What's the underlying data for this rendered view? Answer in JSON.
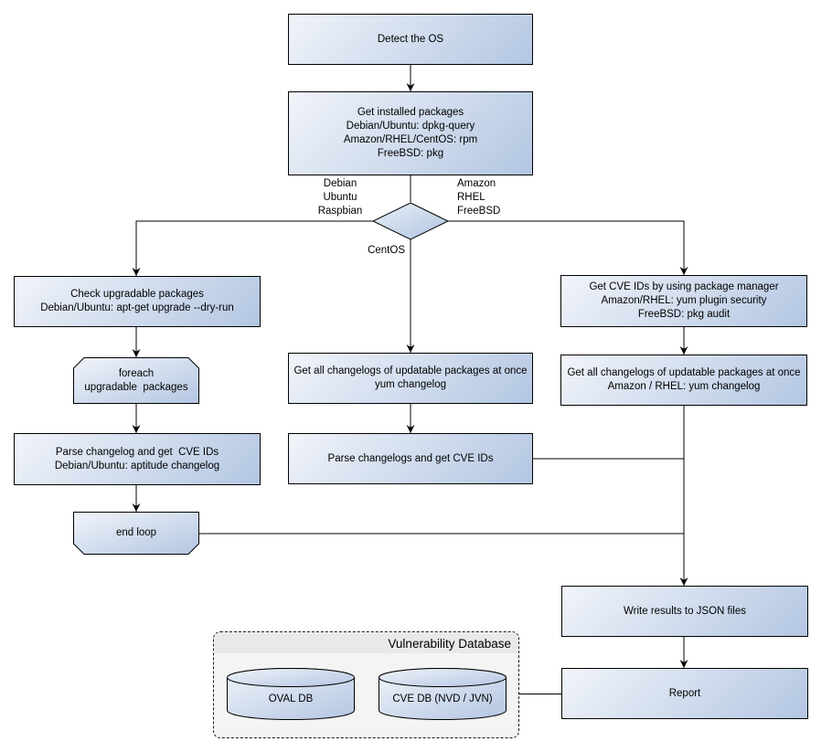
{
  "nodes": {
    "detect_os": "Detect the OS",
    "get_installed": "Get installed packages\nDebian/Ubuntu: dpkg-query\nAmazon/RHEL/CentOS: rpm\nFreeBSD: pkg",
    "check_upgradable": "Check upgradable packages\nDebian/Ubuntu: apt-get upgrade --dry-run",
    "foreach_loop": "foreach\nupgradable  packages",
    "parse_changelog": "Parse changelog and get  CVE IDs\nDebian/Ubuntu: aptitude changelog",
    "end_loop": "end loop",
    "get_changelogs_centos": "Get all changelogs of updatable packages at once\nyum changelog",
    "parse_changelogs": "Parse changelogs and get CVE IDs",
    "get_cve_ids": "Get CVE IDs by using package manager\nAmazon/RHEL: yum plugin security\nFreeBSD: pkg audit",
    "get_changelogs_amazon": "Get all changelogs of updatable packages at once\nAmazon / RHEL: yum changelog",
    "write_results": "Write results to JSON files",
    "report": "Report"
  },
  "branch_labels": {
    "left": "Debian\nUbuntu\nRaspbian",
    "right": "Amazon\nRHEL\nFreeBSD",
    "bottom": "CentOS"
  },
  "database_group": {
    "title": "Vulnerability Database",
    "cylinders": [
      "OVAL DB",
      "CVE DB (NVD / JVN)"
    ]
  },
  "colors": {
    "node_fill_start": "#f1f4fa",
    "node_fill_end": "#b3c6e2",
    "node_border": "#000000",
    "group_fill": "#f4f4f4",
    "group_header_fill": "#e9e9e9",
    "line": "#000000"
  }
}
